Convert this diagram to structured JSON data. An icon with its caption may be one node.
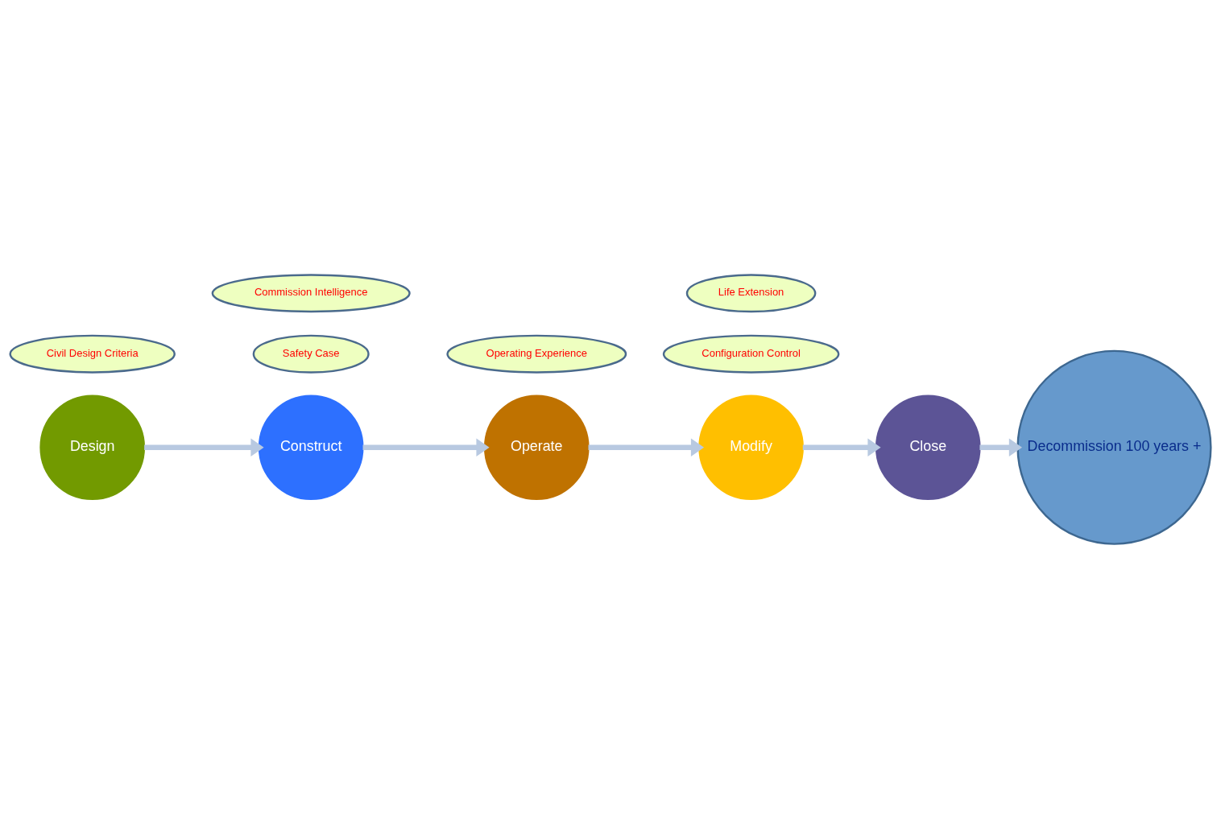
{
  "diagram": {
    "nodes": [
      {
        "text": [
          "Design"
        ]
      },
      {
        "text": [
          "Construct"
        ]
      },
      {
        "text": [
          "Operate"
        ]
      },
      {
        "text": [
          "Modify"
        ]
      },
      {
        "text": [
          "Close"
        ]
      },
      {
        "text": [
          "Decommission 100 years +"
        ]
      },
      {
        "text": [
          "Civil Design Criteria"
        ]
      },
      {
        "text": [
          "Safety Case"
        ]
      },
      {
        "text": [
          "Commission Intelligence"
        ]
      },
      {
        "text": [
          "Operating Experience"
        ]
      },
      {
        "text": [
          "Configuration Control"
        ]
      },
      {
        "text": [
          "Life Extension"
        ]
      }
    ],
    "edges": [
      {
        "from": 0,
        "to": 1,
        "arrow": "to"
      },
      {
        "from": 1,
        "to": 2,
        "arrow": "to"
      },
      {
        "from": 2,
        "to": 3,
        "arrow": "to"
      },
      {
        "from": 3,
        "to": 4,
        "arrow": "to"
      },
      {
        "from": 4,
        "to": 5,
        "arrow": "to"
      }
    ]
  }
}
